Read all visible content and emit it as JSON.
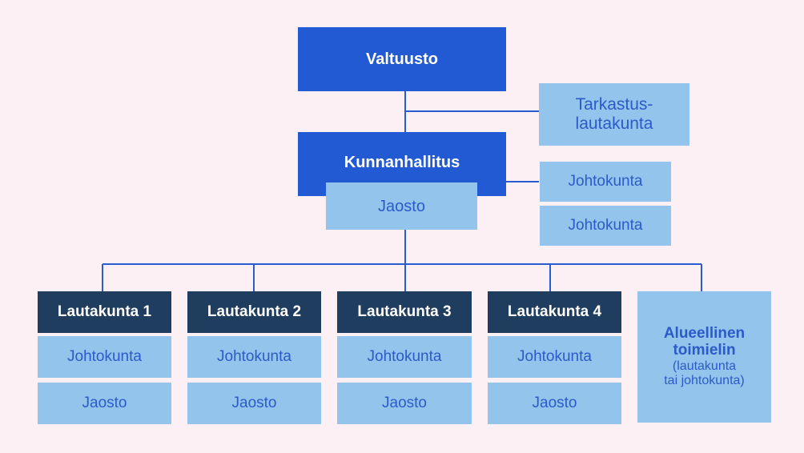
{
  "council": "Valtuusto",
  "audit_board": [
    "Tarkastus-",
    "lautakunta"
  ],
  "municipal_board": "Kunnanhallitus",
  "municipal_board_division": "Jaosto",
  "executive_committees": [
    "Johtokunta",
    "Johtokunta"
  ],
  "boards": [
    {
      "name": "Lautakunta 1",
      "committee": "Johtokunta",
      "division": "Jaosto"
    },
    {
      "name": "Lautakunta 2",
      "committee": "Johtokunta",
      "division": "Jaosto"
    },
    {
      "name": "Lautakunta 3",
      "committee": "Johtokunta",
      "division": "Jaosto"
    },
    {
      "name": "Lautakunta 4",
      "committee": "Johtokunta",
      "division": "Jaosto"
    }
  ],
  "regional_body": {
    "title": [
      "Alueellinen",
      "toimielin"
    ],
    "subtitle": [
      "(lautakunta",
      "tai johtokunta)"
    ]
  },
  "colors": {
    "background": "#fdf0f4",
    "primary_blue": "#225ad3",
    "light_blue": "#93c4ec",
    "navy": "#1f3d5f",
    "text_blue": "#2c5bc9",
    "connector": "#2a5bcf"
  }
}
